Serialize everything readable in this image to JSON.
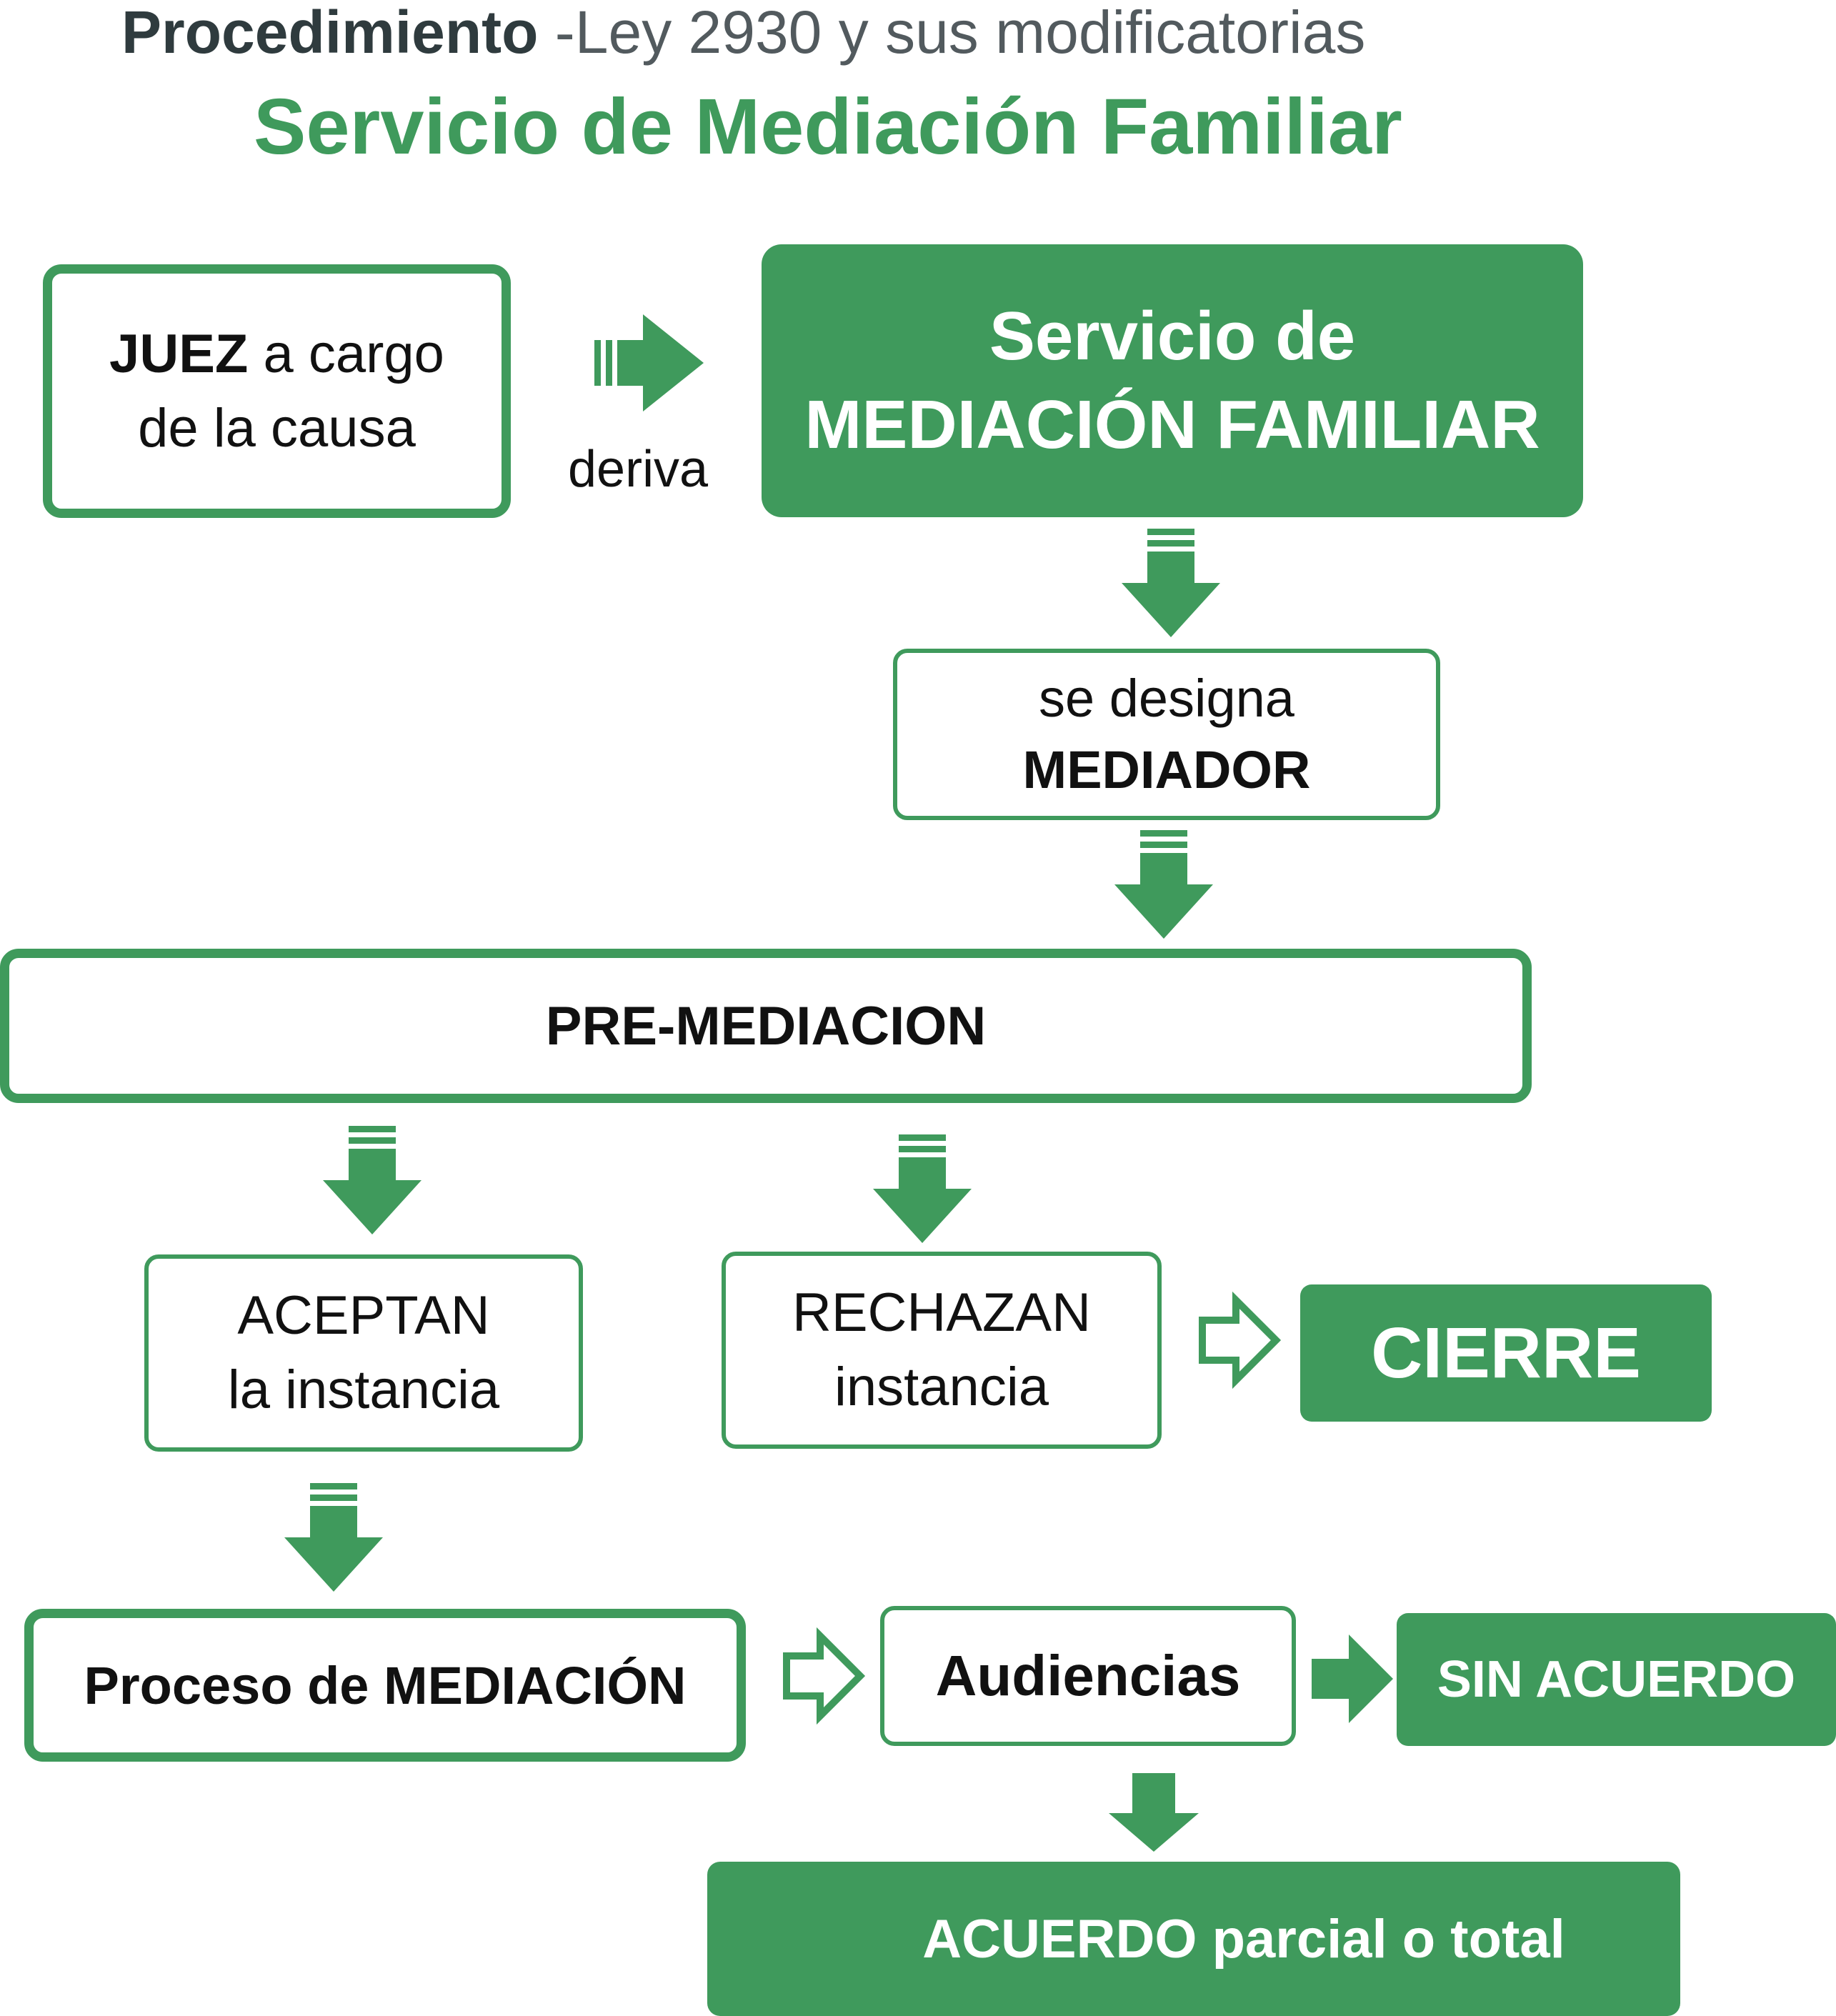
{
  "header": {
    "title_bold": "Procedimiento",
    "title_rest": " -Ley 2930 y sus modificatorias",
    "subtitle": "Servicio de Mediación Familiar"
  },
  "nodes": {
    "juez": {
      "bold": "JUEZ",
      "text1": " a cargo",
      "text2": "de la causa"
    },
    "deriva_label": "deriva",
    "servicio": {
      "line1": "Servicio de",
      "line2": "MEDIACIÓN FAMILIAR"
    },
    "mediador": {
      "line1": "se designa",
      "line2": "MEDIADOR"
    },
    "premediacion": "PRE-MEDIACION",
    "aceptan": {
      "line1": "ACEPTAN",
      "line2": "la instancia"
    },
    "rechazan": {
      "line1": "RECHAZAN",
      "line2": "instancia"
    },
    "cierre": "CIERRE",
    "proceso": "Proceso de MEDIACIÓN",
    "audiencias": "Audiencias",
    "sin_acuerdo": "SIN ACUERDO",
    "acuerdo": "ACUERDO parcial o total"
  },
  "colors": {
    "accent": "#3f9a5c",
    "title_gray": "#525a5e",
    "title_dark": "#2f3b3e"
  }
}
